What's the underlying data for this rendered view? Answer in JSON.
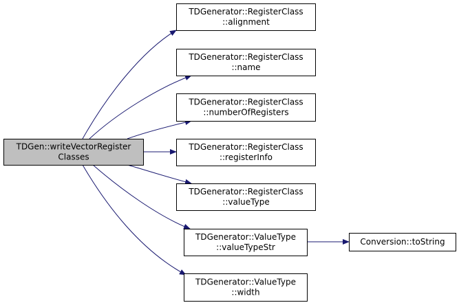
{
  "diagram": {
    "colors": {
      "edge": "#191970",
      "node_border": "#000000",
      "root_fill": "#bfbfbf",
      "node_fill": "#ffffff"
    },
    "nodes": [
      {
        "id": "root",
        "lines": [
          "TDGen::writeVectorRegister",
          "Classes"
        ],
        "highlighted": true
      },
      {
        "id": "alignment",
        "lines": [
          "TDGenerator::RegisterClass",
          "::alignment"
        ]
      },
      {
        "id": "name",
        "lines": [
          "TDGenerator::RegisterClass",
          "::name"
        ]
      },
      {
        "id": "numberOfRegisters",
        "lines": [
          "TDGenerator::RegisterClass",
          "::numberOfRegisters"
        ]
      },
      {
        "id": "registerInfo",
        "lines": [
          "TDGenerator::RegisterClass",
          "::registerInfo"
        ]
      },
      {
        "id": "valueType",
        "lines": [
          "TDGenerator::RegisterClass",
          "::valueType"
        ]
      },
      {
        "id": "valueTypeStr",
        "lines": [
          "TDGenerator::ValueType",
          "::valueTypeStr"
        ]
      },
      {
        "id": "width",
        "lines": [
          "TDGenerator::ValueType",
          "::width"
        ]
      },
      {
        "id": "toString",
        "lines": [
          "Conversion::toString"
        ]
      }
    ],
    "edges": [
      {
        "from": "root",
        "to": "alignment"
      },
      {
        "from": "root",
        "to": "name"
      },
      {
        "from": "root",
        "to": "numberOfRegisters"
      },
      {
        "from": "root",
        "to": "registerInfo"
      },
      {
        "from": "root",
        "to": "valueType"
      },
      {
        "from": "root",
        "to": "valueTypeStr"
      },
      {
        "from": "root",
        "to": "width"
      },
      {
        "from": "valueTypeStr",
        "to": "toString"
      }
    ]
  }
}
